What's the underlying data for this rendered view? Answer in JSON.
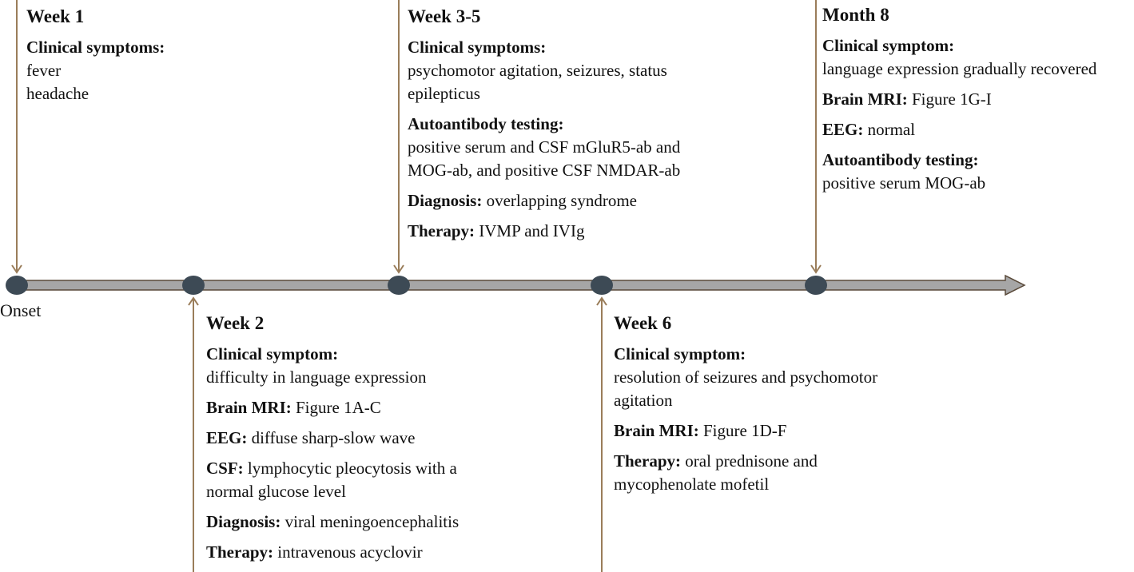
{
  "colors": {
    "connector": "#9a7d5a",
    "axis_fill": "#a6a6a6",
    "axis_border": "#5a4a3a",
    "node": "#3d4a55",
    "text": "#111111"
  },
  "onset_label": "Onset",
  "events": [
    {
      "title": "Week 1",
      "side": "above",
      "sections": [
        {
          "label": "Clinical symptoms:",
          "lines": [
            "fever",
            "headache"
          ]
        }
      ]
    },
    {
      "title": "Week 2",
      "side": "below",
      "sections": [
        {
          "label": "Clinical symptom:",
          "lines": [
            "difficulty in language expression"
          ]
        },
        {
          "label": "Brain MRI:",
          "value": "Figure 1A-C"
        },
        {
          "label": "EEG:",
          "value": "diffuse sharp-slow wave"
        },
        {
          "label": "CSF:",
          "value": "lymphocytic pleocytosis with a",
          "lines": [
            "normal glucose level"
          ]
        },
        {
          "label": "Diagnosis:",
          "value": "viral meningoencephalitis"
        },
        {
          "label": "Therapy:",
          "value": "intravenous acyclovir"
        }
      ]
    },
    {
      "title": "Week 3-5",
      "side": "above",
      "sections": [
        {
          "label": "Clinical symptoms:",
          "lines": [
            "psychomotor agitation, seizures, status",
            "epilepticus"
          ]
        },
        {
          "label": "Autoantibody testing:",
          "lines": [
            "positive serum and CSF mGluR5-ab and",
            "MOG-ab, and positive CSF NMDAR-ab"
          ]
        },
        {
          "label": "Diagnosis:",
          "value": "overlapping syndrome"
        },
        {
          "label": "Therapy:",
          "value": "IVMP and IVIg"
        }
      ]
    },
    {
      "title": "Week 6",
      "side": "below",
      "sections": [
        {
          "label": "Clinical symptom:",
          "lines": [
            "resolution of seizures and psychomotor",
            "agitation"
          ]
        },
        {
          "label": "Brain MRI:",
          "value": "Figure 1D-F"
        },
        {
          "label": "Therapy:",
          "value": "oral prednisone and",
          "lines": [
            "mycophenolate mofetil"
          ]
        }
      ]
    },
    {
      "title": "Month 8",
      "side": "above",
      "sections": [
        {
          "label": "Clinical symptom:",
          "lines": [
            "language expression gradually recovered"
          ]
        },
        {
          "label": "Brain MRI:",
          "value": "Figure 1G-I"
        },
        {
          "label": "EEG:",
          "value": "normal"
        },
        {
          "label": "Autoantibody testing:",
          "lines": [
            "positive serum MOG-ab"
          ]
        }
      ]
    }
  ]
}
